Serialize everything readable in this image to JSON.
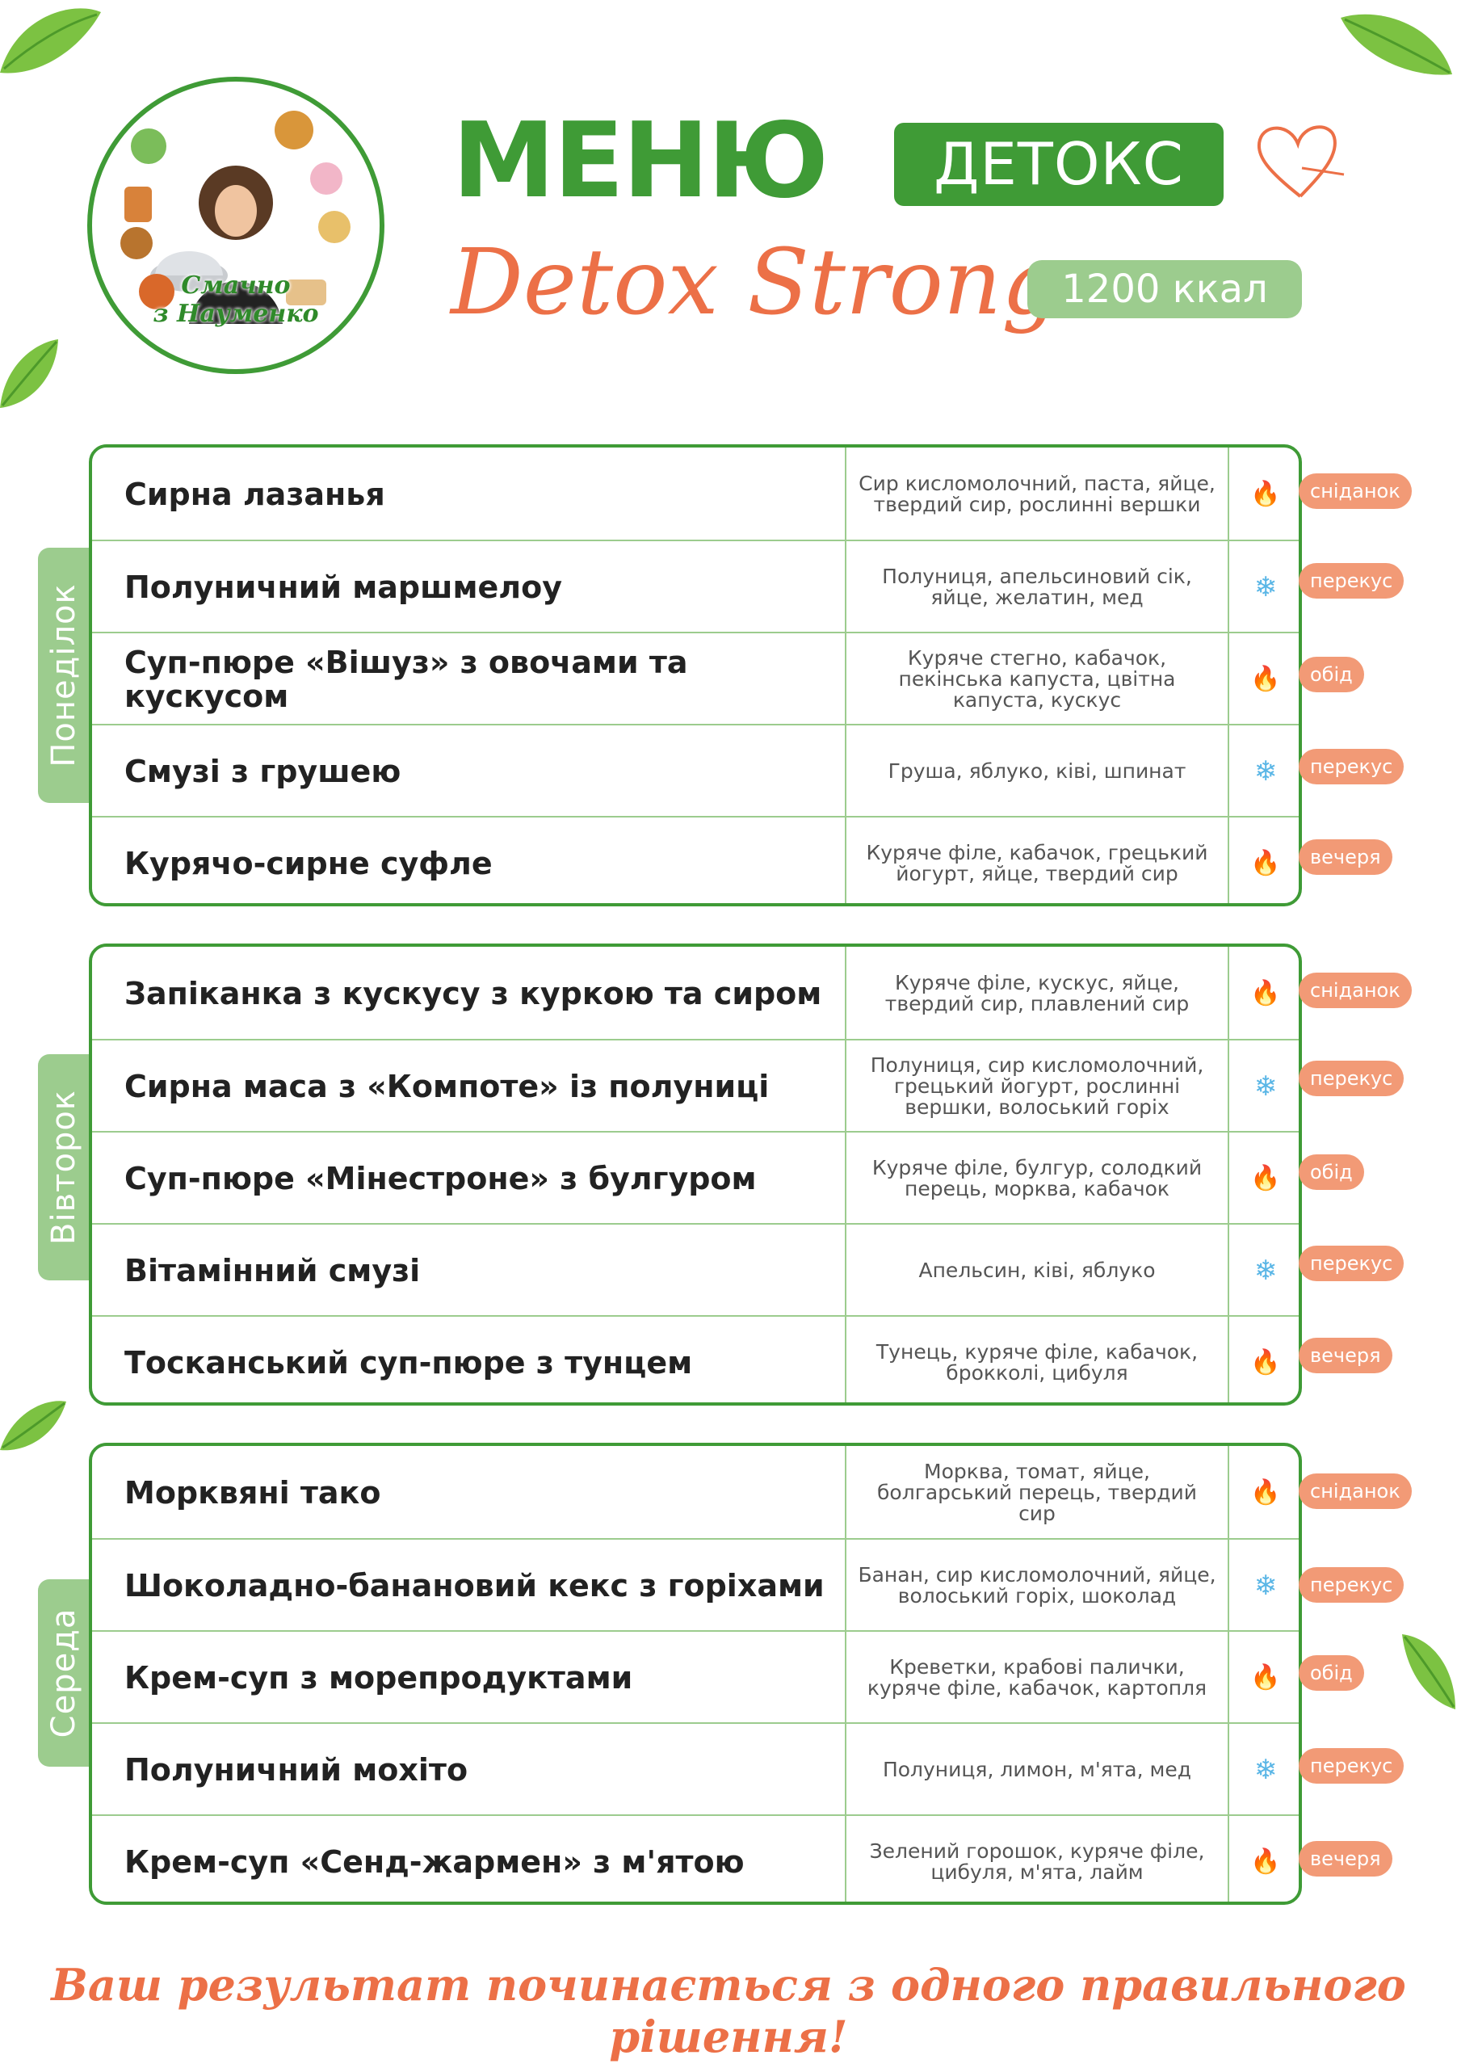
{
  "header": {
    "title": "МЕНЮ",
    "badge": "ДЕТОКС",
    "subtitle": "Detox Strong",
    "kcal": "1200 ккал",
    "logo_line1": "Смачно",
    "logo_line2": "з Науменко"
  },
  "days": [
    {
      "name": "Понеділок",
      "rows": [
        {
          "dish": "Сирна лазанья",
          "ingredients": "Сир кисломолочний, паста, яйце, твердий сир, рослинні вершки",
          "type": "hot",
          "meal": "сніданок"
        },
        {
          "dish": "Полуничний маршмелоу",
          "ingredients": "Полуниця, апельсиновий сік, яйце, желатин, мед",
          "type": "cold",
          "meal": "перекус"
        },
        {
          "dish": "Суп-пюре «Вішуз» з овочами та кускусом",
          "ingredients": "Куряче стегно, кабачок, пекінська капуста, цвітна капуста, кускус",
          "type": "hot",
          "meal": "обід"
        },
        {
          "dish": "Смузі з грушею",
          "ingredients": "Груша, яблуко, ківі, шпинат",
          "type": "cold",
          "meal": "перекус"
        },
        {
          "dish": "Курячо-сирне суфле",
          "ingredients": "Куряче філе, кабачок, грецький йогурт, яйце, твердий сир",
          "type": "hot",
          "meal": "вечеря"
        }
      ]
    },
    {
      "name": "Вівторок",
      "rows": [
        {
          "dish": "Запіканка з кускусу з куркою та сиром",
          "ingredients": "Куряче філе, кускус, яйце, твердий сир, плавлений сир",
          "type": "hot",
          "meal": "сніданок"
        },
        {
          "dish": "Сирна маса з «Компоте» із полуниці",
          "ingredients": "Полуниця, сир кисломолочний, грецький йогурт, рослинні вершки, волоський горіх",
          "type": "cold",
          "meal": "перекус"
        },
        {
          "dish": "Суп-пюре «Мінестроне» з булгуром",
          "ingredients": "Куряче філе, булгур, солодкий перець, морква, кабачок",
          "type": "hot",
          "meal": "обід"
        },
        {
          "dish": "Вітамінний смузі",
          "ingredients": "Апельсин, ківі, яблуко",
          "type": "cold",
          "meal": "перекус"
        },
        {
          "dish": "Тосканський суп-пюре з тунцем",
          "ingredients": "Тунець, куряче філе, кабачок, брокколі, цибуля",
          "type": "hot",
          "meal": "вечеря"
        }
      ]
    },
    {
      "name": "Середа",
      "rows": [
        {
          "dish": "Морквяні тако",
          "ingredients": "Морква, томат, яйце, болгарський перець, твердий сир",
          "type": "hot",
          "meal": "сніданок"
        },
        {
          "dish": "Шоколадно-банановий кекс з горіхами",
          "ingredients": "Банан, сир кисломолочний, яйце, волоський горіх, шоколад",
          "type": "cold",
          "meal": "перекус"
        },
        {
          "dish": "Крем-суп з морепродуктами",
          "ingredients": "Креветки, крабові палички, куряче філе, кабачок, картопля",
          "type": "hot",
          "meal": "обід"
        },
        {
          "dish": "Полуничний мохіто",
          "ingredients": "Полуниця, лимон, м'ята, мед",
          "type": "cold",
          "meal": "перекус"
        },
        {
          "dish": "Крем-суп «Сенд-жармен» з м'ятою",
          "ingredients": "Зелений горошок, куряче філе, цибуля, м'ята, лайм",
          "type": "hot",
          "meal": "вечеря"
        }
      ]
    }
  ],
  "footer": "Ваш результат починається з одного правильного рішення!",
  "colors": {
    "green": "#3f9b36",
    "light_green": "#9ccc8e",
    "orange": "#ec7047",
    "salmon": "#f29a76",
    "snow_blue": "#5ab6e6"
  },
  "icons": {
    "hot": "flame-icon",
    "cold": "snowflake-icon"
  }
}
